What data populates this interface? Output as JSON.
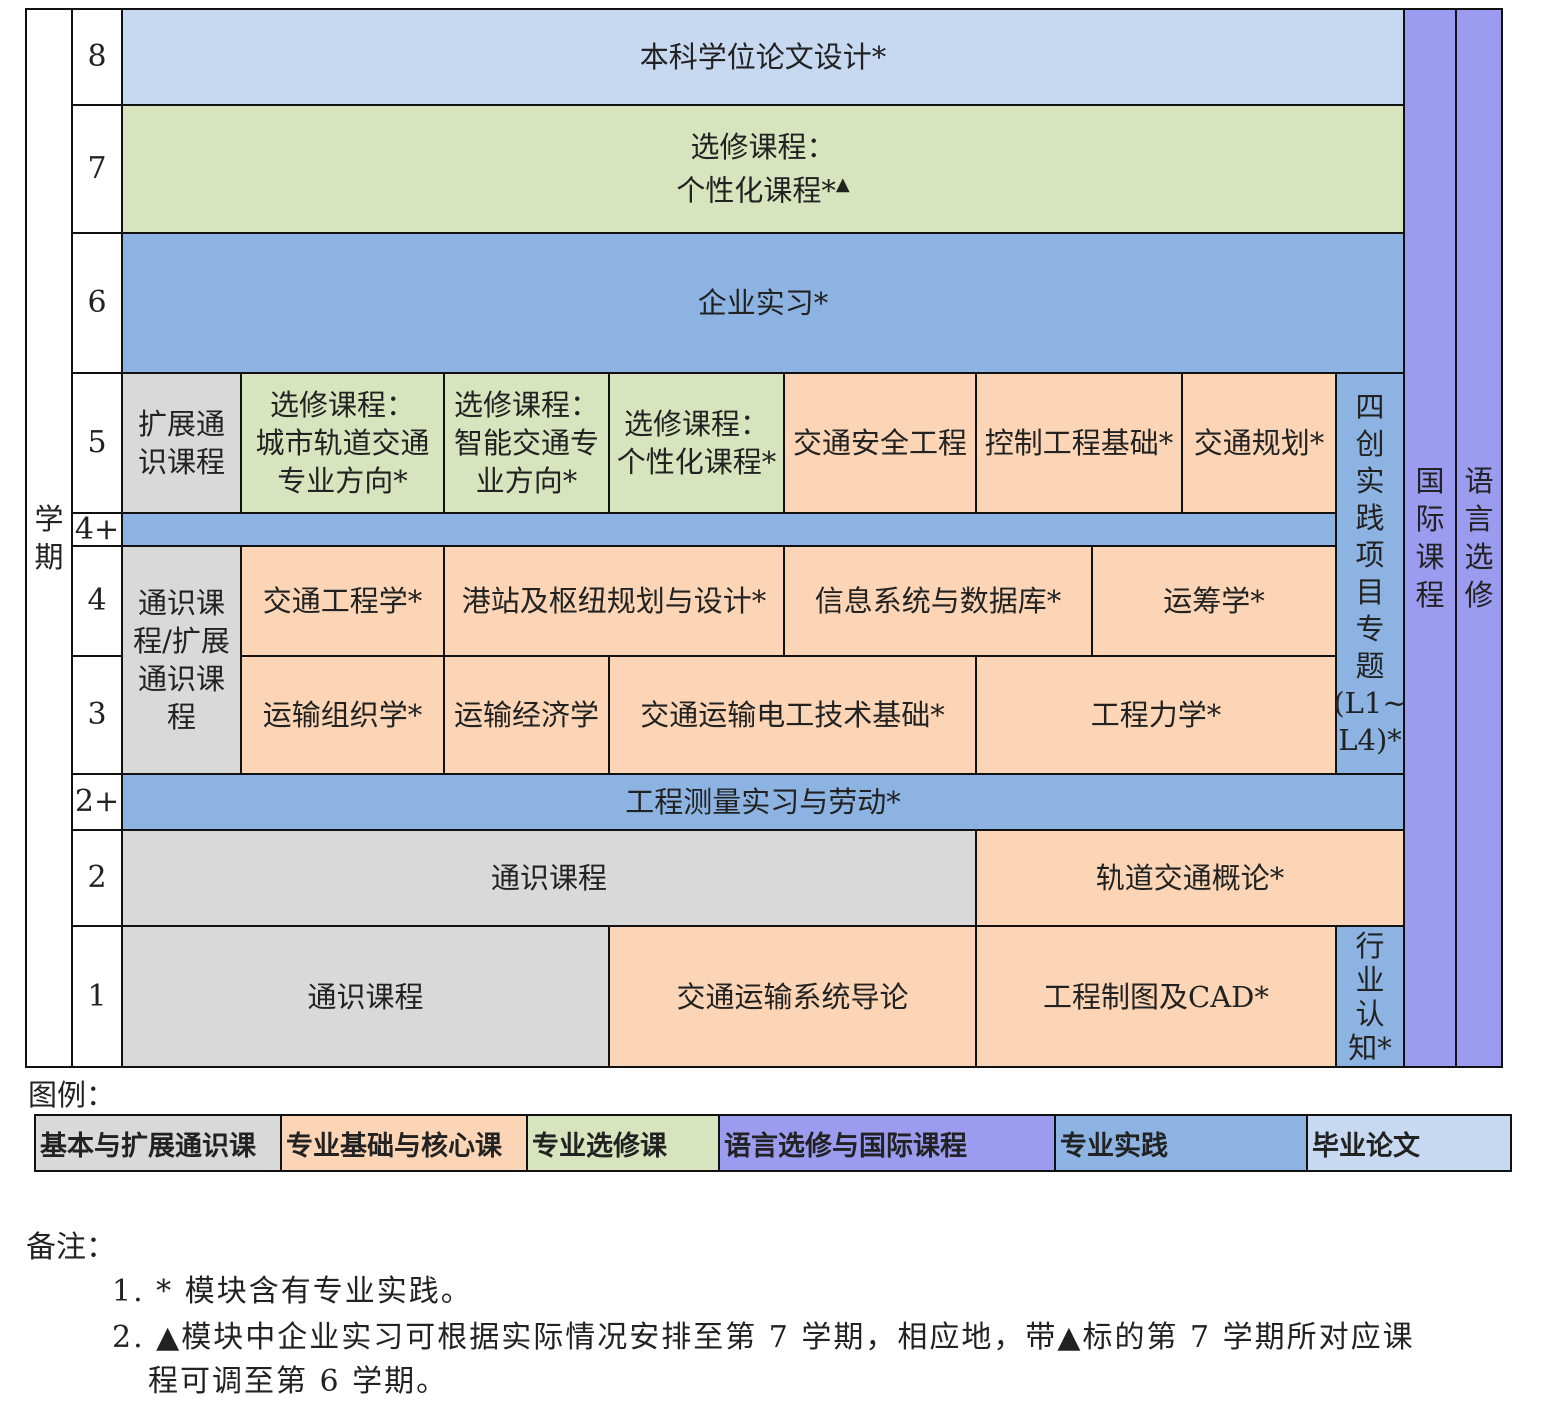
{
  "diagram": {
    "axis_label": [
      "学",
      "期"
    ],
    "semesters": {
      "s8": "8",
      "s7": "7",
      "s6": "6",
      "s5": "5",
      "s4p": "4+",
      "s4": "4",
      "s3": "3",
      "s2p": "2+",
      "s2": "2",
      "s1": "1"
    },
    "sem8": {
      "thesis": "本科学位论文设计*"
    },
    "sem7": {
      "line1": "选修课程：",
      "line2": "个性化课程*",
      "mark": "▲"
    },
    "sem6": {
      "internship": "企业实习*"
    },
    "sem5": {
      "ext_general": [
        "扩展通",
        "识课程"
      ],
      "elective_rail": [
        "选修课程：",
        "城市轨道交通",
        "专业方向*"
      ],
      "elective_smart": [
        "选修课程：",
        "智能交通专",
        "业方向*"
      ],
      "elective_personal": [
        "选修课程：",
        "个性化课程*"
      ],
      "traffic_safety": "交通安全工程",
      "control": "控制工程基础*",
      "planning": "交通规划*"
    },
    "sem4": {
      "general_ext": [
        "通识课",
        "程/扩展",
        "通识课",
        "程"
      ],
      "traffic_eng": "交通工程学*",
      "station": "港站及枢纽规划与设计*",
      "info_db": "信息系统与数据库*",
      "operations": "运筹学*"
    },
    "sem3": {
      "org": "运输组织学*",
      "econ": "运输经济学",
      "electrical": "交通运输电工技术基础*",
      "mechanics": "工程力学*"
    },
    "sem2p": {
      "survey": "工程测量实习与劳动*"
    },
    "sem2": {
      "general": "通识课程",
      "rail_intro": "轨道交通概论*"
    },
    "sem1": {
      "general": "通识课程",
      "transport_intro": "交通运输系统导论",
      "drawing": "工程制图及CAD*",
      "industry": [
        "行",
        "业",
        "认",
        "知*"
      ]
    },
    "four_innovation": [
      "四",
      "创",
      "实",
      "践",
      "项",
      "目",
      "专",
      "题",
      "(L1~",
      "L4)*"
    ],
    "international": [
      "国",
      "际",
      "课",
      "程"
    ],
    "language": [
      "语",
      "言",
      "选",
      "修"
    ]
  },
  "legend": {
    "title": "图例：",
    "items": [
      {
        "label": "基本与扩展通识课",
        "color": "#d9d9d9"
      },
      {
        "label": "专业基础与核心课",
        "color": "#fbd5b5"
      },
      {
        "label": "专业选修课",
        "color": "#d7e4bd"
      },
      {
        "label": "语言选修与国际课程",
        "color": "#9b9bf0"
      },
      {
        "label": "专业实践",
        "color": "#8db3e2"
      },
      {
        "label": "毕业论文",
        "color": "#c6d9f1"
      }
    ]
  },
  "notes": {
    "title": "备注：",
    "n1": "1. * 模块含有专业实践。",
    "n2_line1": "2. ▲模块中企业实习可根据实际情况安排至第 7 学期，相应地，带▲标的第 7 学期所对应课",
    "n2_line2": "程可调至第 6 学期。"
  }
}
